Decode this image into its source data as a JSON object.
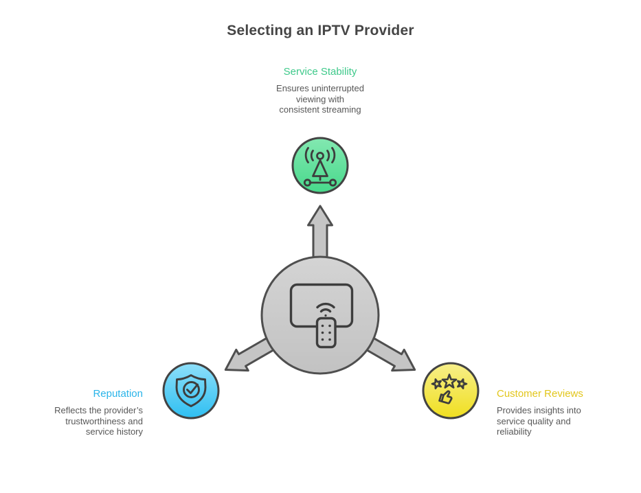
{
  "title": "Selecting an IPTV Provider",
  "nodes": {
    "stability": {
      "label": "Service Stability",
      "desc_lines": [
        "Ensures uninterrupted",
        "viewing with",
        "consistent streaming"
      ],
      "icon": "broadcast-tower-icon",
      "accent_color": "#3ec98a",
      "circle_color": "#4fdb90"
    },
    "reputation": {
      "label": "Reputation",
      "desc_lines": [
        "Reflects the provider’s",
        "trustworthiness and",
        "service history"
      ],
      "icon": "shield-check-icon",
      "accent_color": "#2ab4e9",
      "circle_color": "#3cc4f2"
    },
    "reviews": {
      "label": "Customer Reviews",
      "desc_lines": [
        "Provides insights into",
        "service quality and",
        "reliability"
      ],
      "icon": "stars-thumbs-up-icon",
      "accent_color": "#e2c61c",
      "circle_color": "#f2e228"
    }
  },
  "center": {
    "icon": "tv-remote-icon",
    "fill_color": "#c9c9c9",
    "arrow_fill": "#c5c5c5",
    "outline_color": "#4a4a4a"
  },
  "colors": {
    "title_text": "#454545",
    "body_text": "#575757",
    "outline": "#4a4a4a"
  }
}
